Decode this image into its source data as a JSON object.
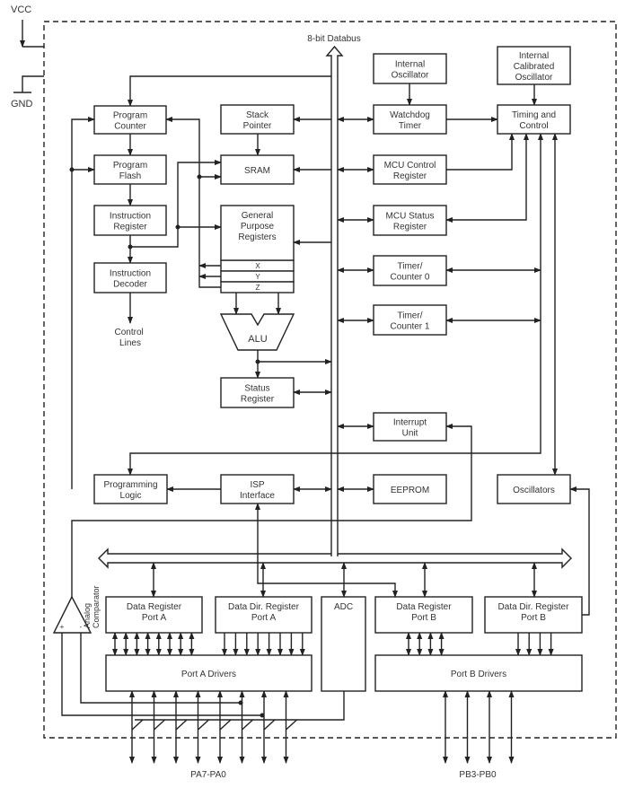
{
  "power": {
    "vcc": "VCC",
    "gnd": "GND"
  },
  "databus_label": "8-bit Databus",
  "control_lines": [
    "Control",
    "Lines"
  ],
  "analog_comparator": [
    "Analog",
    "Comparator"
  ],
  "comparator_inputs": {
    "plus": "+",
    "minus": "-"
  },
  "pins": {
    "port_a": "PA7-PA0",
    "port_b": "PB3-PB0"
  },
  "gpr_rows": [
    "X",
    "Y",
    "Z"
  ],
  "alu": "ALU",
  "blocks": {
    "program_counter": [
      "Program",
      "Counter"
    ],
    "program_flash": [
      "Program",
      "Flash"
    ],
    "instruction_register": [
      "Instruction",
      "Register"
    ],
    "instruction_decoder": [
      "Instruction",
      "Decoder"
    ],
    "stack_pointer": [
      "Stack",
      "Pointer"
    ],
    "sram": [
      "SRAM"
    ],
    "general_purpose_registers": [
      "General",
      "Purpose",
      "Registers"
    ],
    "status_register": [
      "Status",
      "Register"
    ],
    "internal_oscillator": [
      "Internal",
      "Oscillator"
    ],
    "internal_calibrated_oscillator": [
      "Internal",
      "Calibrated",
      "Oscillator"
    ],
    "watchdog_timer": [
      "Watchdog",
      "Timer"
    ],
    "timing_and_control": [
      "Timing and",
      "Control"
    ],
    "mcu_control_register": [
      "MCU Control",
      "Register"
    ],
    "mcu_status_register": [
      "MCU Status",
      "Register"
    ],
    "timer_counter_0": [
      "Timer/",
      "Counter 0"
    ],
    "timer_counter_1": [
      "Timer/",
      "Counter 1"
    ],
    "interrupt_unit": [
      "Interrupt",
      "Unit"
    ],
    "programming_logic": [
      "Programming",
      "Logic"
    ],
    "isp_interface": [
      "ISP",
      "Interface"
    ],
    "eeprom": [
      "EEPROM"
    ],
    "oscillators": [
      "Oscillators"
    ],
    "data_register_port_a": [
      "Data Register",
      "Port A"
    ],
    "data_dir_register_port_a": [
      "Data Dir. Register",
      "Port A"
    ],
    "adc": [
      "ADC"
    ],
    "data_register_port_b": [
      "Data Register",
      "Port B"
    ],
    "data_dir_register_port_b": [
      "Data Dir. Register",
      "Port B"
    ],
    "port_a_drivers": [
      "Port A Drivers"
    ],
    "port_b_drivers": [
      "Port B Drivers"
    ]
  }
}
